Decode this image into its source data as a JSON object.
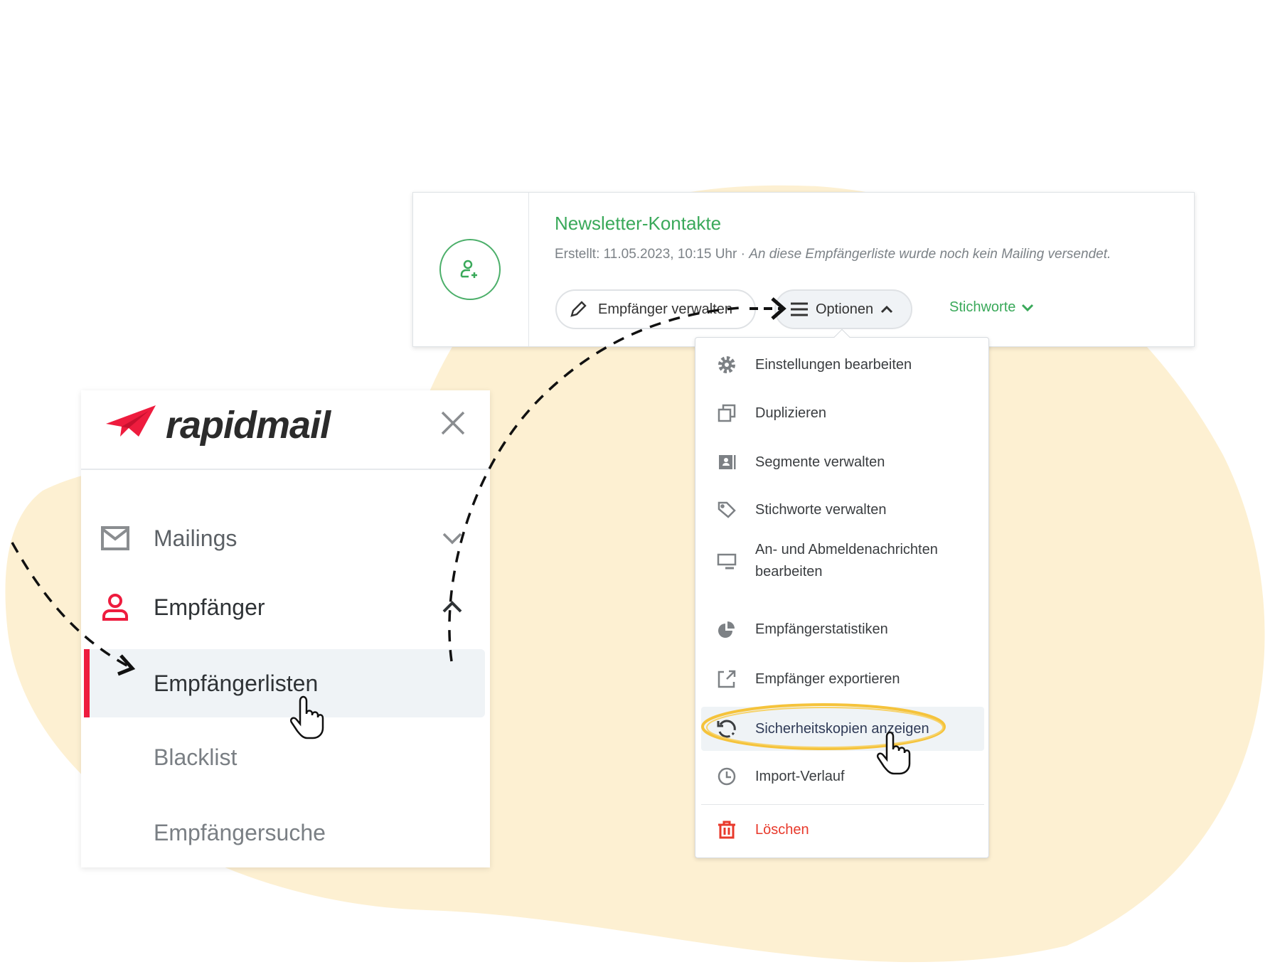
{
  "colors": {
    "accent_green": "#3aa95a",
    "brand_red": "#ee1c3e",
    "blob": "#fdf0d2",
    "highlight": "#f5c33b"
  },
  "card": {
    "title": "Newsletter-Kontakte",
    "created": "Erstellt: 11.05.2023, 10:15 Uhr · ",
    "status": "An diese Empfängerliste wurde noch kein Mailing versendet.",
    "manage_button": "Empfänger verwalten",
    "options_button": "Optionen",
    "tags_button": "Stichworte"
  },
  "menu": {
    "items": [
      {
        "label": "Einstellungen bearbeiten",
        "icon": "gear-icon"
      },
      {
        "label": "Duplizieren",
        "icon": "duplicate-icon"
      },
      {
        "label": "Segmente verwalten",
        "icon": "contact-card-icon"
      },
      {
        "label": "Stichworte verwalten",
        "icon": "tag-icon"
      },
      {
        "label": "An- und Abmeldenachrichten",
        "label2": "bearbeiten",
        "icon": "monitor-icon"
      },
      {
        "label": "Empfängerstatistiken",
        "icon": "pie-chart-icon"
      },
      {
        "label": "Empfänger exportieren",
        "icon": "export-icon"
      },
      {
        "label": "Sicherheitskopien anzeigen",
        "icon": "restore-icon"
      },
      {
        "label": "Import-Verlauf",
        "icon": "clock-icon"
      },
      {
        "label": "Löschen",
        "icon": "trash-icon"
      }
    ]
  },
  "sidebar": {
    "logo": "rapidmail",
    "items": [
      {
        "label": "Mailings"
      },
      {
        "label": "Empfänger"
      },
      {
        "label": "Empfängerlisten"
      },
      {
        "label": "Blacklist"
      },
      {
        "label": "Empfängersuche"
      }
    ]
  }
}
